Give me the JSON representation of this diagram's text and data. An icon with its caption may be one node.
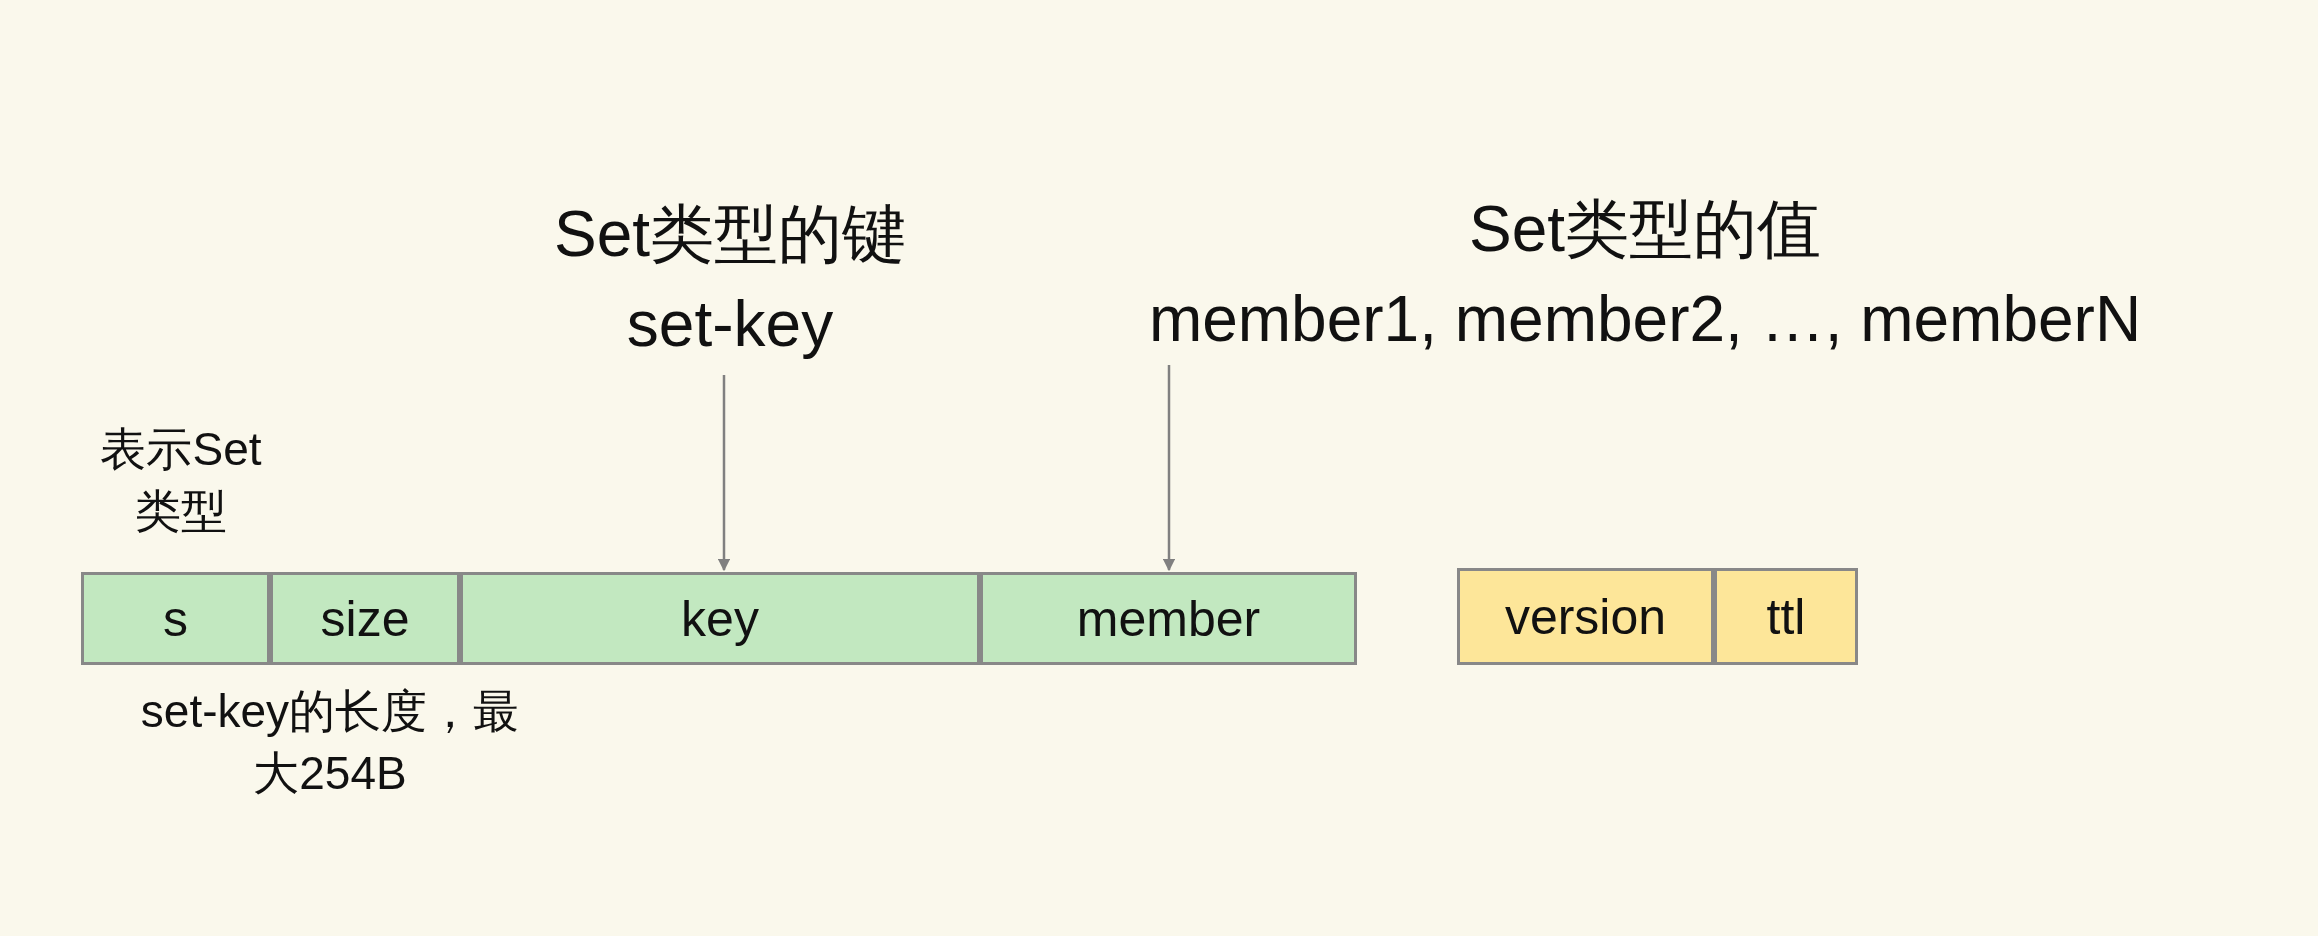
{
  "diagram": {
    "nodes": [
      {
        "text": [
          "Set类型的键",
          "set-key"
        ]
      },
      {
        "text": [
          "Set类型的值",
          "member1, member2, …, memberN"
        ]
      },
      {
        "text": [
          "s"
        ]
      },
      {
        "text": [
          "size"
        ]
      },
      {
        "text": [
          "key"
        ]
      },
      {
        "text": [
          "member"
        ]
      },
      {
        "text": [
          "version"
        ]
      },
      {
        "text": [
          "ttl"
        ]
      }
    ],
    "edges": [
      {
        "from": 0,
        "to": 4,
        "arrow": "to"
      },
      {
        "from": 1,
        "to": 5,
        "arrow": "to"
      }
    ],
    "labels": [
      "表示Set类型",
      "set-key的长度，最大254B"
    ]
  }
}
